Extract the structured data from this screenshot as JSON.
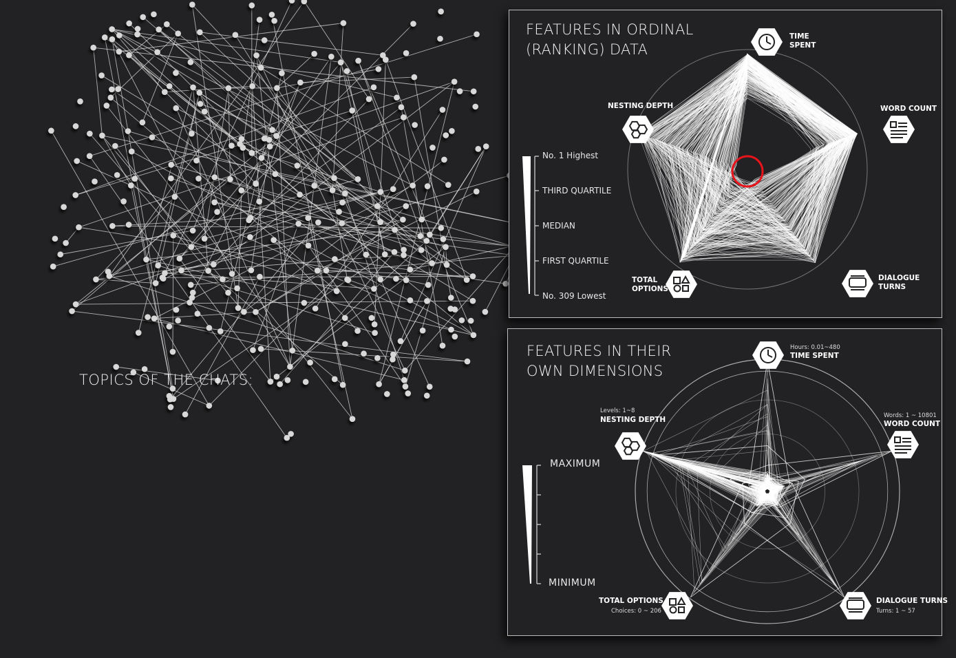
{
  "topics_label": "TOPICS OF THE CHATS:",
  "colors": {
    "background": "#222224",
    "line": "#ffffff",
    "highlight": "#e8141c",
    "node": "#d8d8d8"
  },
  "icons": [
    "clock-icon",
    "text-lines-icon",
    "dialogue-bubble-icon",
    "shapes-choice-icon",
    "nested-hexagons-icon"
  ],
  "chart_data": [
    {
      "type": "radar",
      "title": "FEATURES IN ORDINAL\n(RANKING) DATA",
      "scale": "ordinal-rank",
      "axes": [
        {
          "key": "time",
          "label": "TIME\nSPENT",
          "icon": "clock-icon"
        },
        {
          "key": "words",
          "label": "WORD COUNT",
          "icon": "text-lines-icon"
        },
        {
          "key": "turns",
          "label": "DIALOGUE\nTURNS",
          "icon": "dialogue-bubble-icon"
        },
        {
          "key": "options",
          "label": "TOTAL\nOPTIONS",
          "icon": "shapes-choice-icon"
        },
        {
          "key": "depth",
          "label": "NESTING DEPTH",
          "icon": "nested-hexagons-icon"
        }
      ],
      "legend": [
        "No. 1 Highest",
        "THIRD QUARTILE",
        "MEDIAN",
        "FIRST QUARTILE",
        "No. 309 Lowest"
      ],
      "rank_range": [
        1,
        309
      ],
      "highlight": "center-circle"
    },
    {
      "type": "radar",
      "title": "FEATURES IN THEIR\nOWN DIMENSIONS",
      "scale": "linear",
      "axes": [
        {
          "key": "time",
          "label": "TIME SPENT",
          "range_text": "Hours: 0.01~480",
          "icon": "clock-icon",
          "range": [
            0.01,
            480
          ]
        },
        {
          "key": "words",
          "label": "WORD COUNT",
          "range_text": "Words: 1 ~ 10801",
          "icon": "text-lines-icon",
          "range": [
            1,
            10801
          ]
        },
        {
          "key": "turns",
          "label": "DIALOGUE TURNS",
          "range_text": "Turns: 1 ~ 57",
          "icon": "dialogue-bubble-icon",
          "range": [
            1,
            57
          ]
        },
        {
          "key": "options",
          "label": "TOTAL OPTIONS",
          "range_text": "Choices: 0 ~ 206",
          "icon": "shapes-choice-icon",
          "range": [
            0,
            206
          ]
        },
        {
          "key": "depth",
          "label": "NESTING DEPTH",
          "range_text": "Levels: 1~8",
          "icon": "nested-hexagons-icon",
          "range": [
            1,
            8
          ]
        }
      ],
      "legend": [
        "MAXIMUM",
        "MINIMUM"
      ]
    }
  ]
}
